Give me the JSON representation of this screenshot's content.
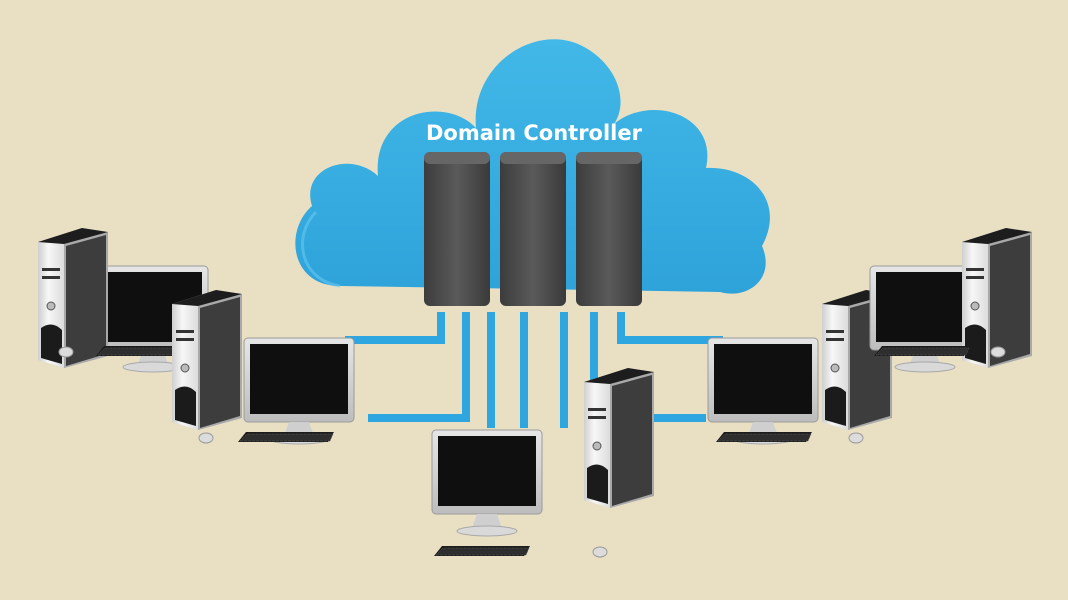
{
  "diagram": {
    "cloud_label": "Domain Controller",
    "colors": {
      "background": "#e9e0c4",
      "cloud": "#3ab0e2",
      "link": "#2ea6e0",
      "server": "#4e4e4e",
      "tower": "#eeeeee",
      "screen": "#111111"
    },
    "server_count": 3,
    "workstation_count": 5
  }
}
